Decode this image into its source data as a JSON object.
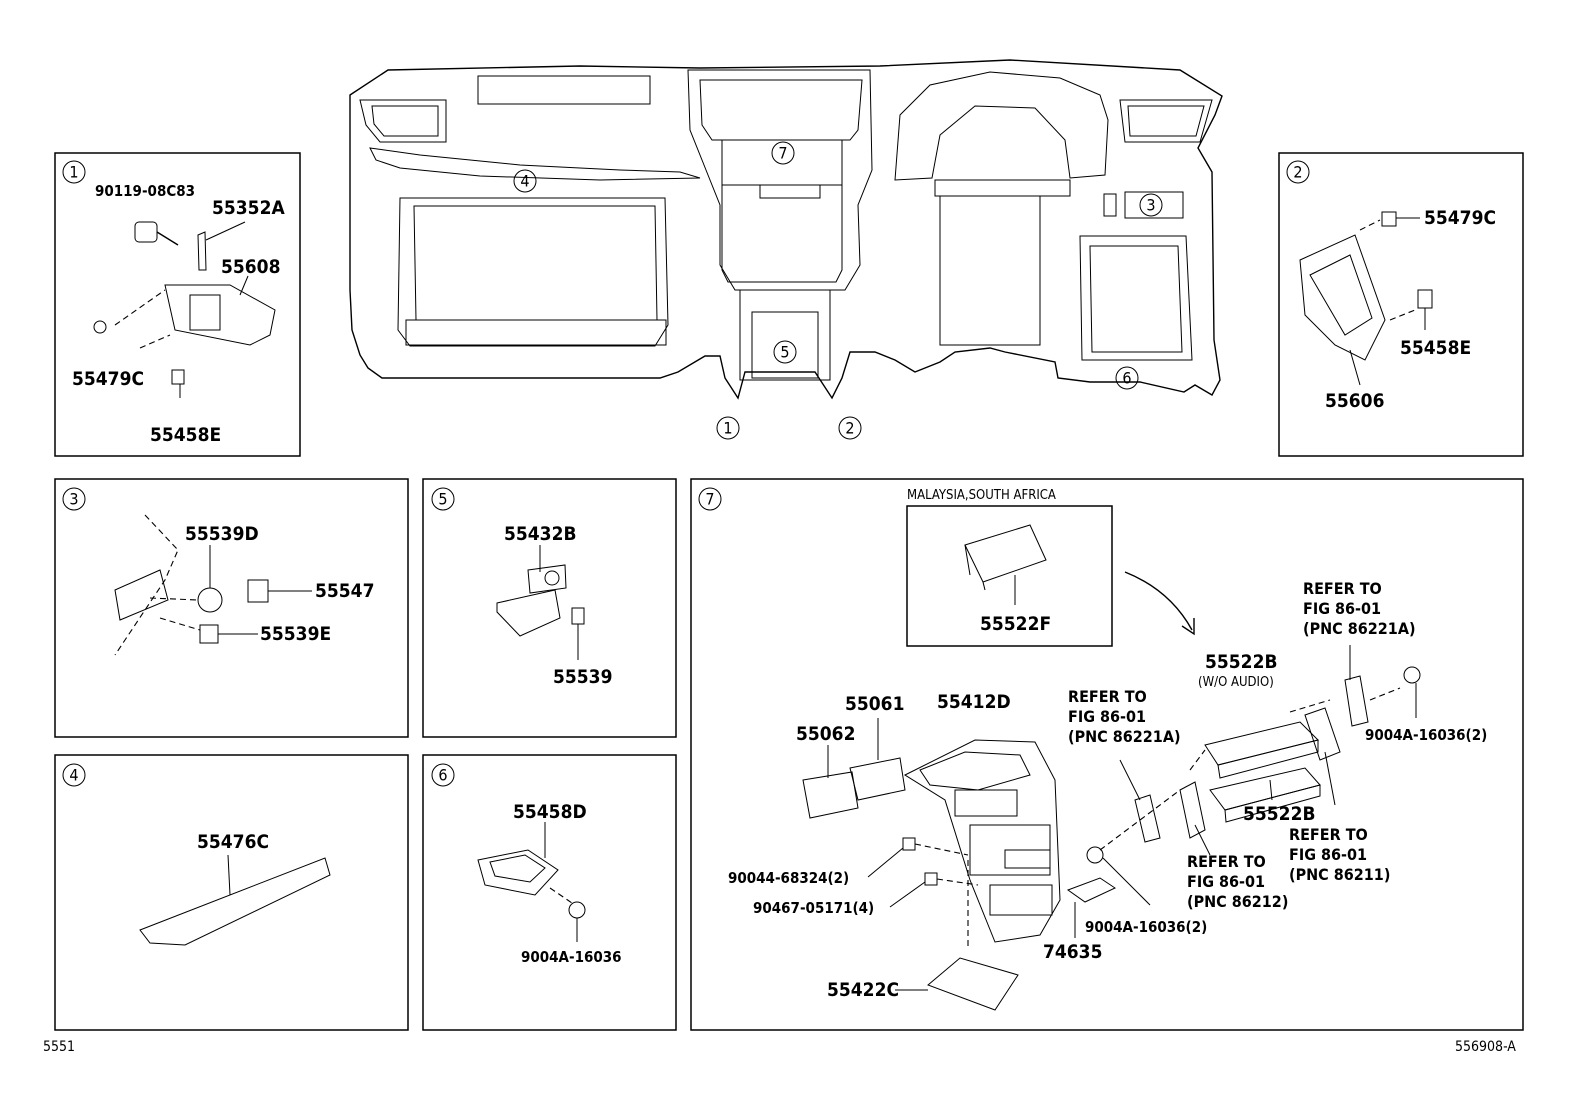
{
  "footer": {
    "left_code": "5551",
    "right_code": "556908-A"
  },
  "main_view": {
    "callouts": [
      "4",
      "7",
      "3",
      "5",
      "6",
      "1",
      "2"
    ]
  },
  "box1": {
    "num": "1",
    "labels": [
      "90119-08C83",
      "55352A",
      "55608",
      "55479C",
      "55458E"
    ]
  },
  "box2": {
    "num": "2",
    "labels": [
      "55479C",
      "55458E",
      "55606"
    ]
  },
  "box3": {
    "num": "3",
    "labels": [
      "55539D",
      "55547",
      "55539E"
    ]
  },
  "box4": {
    "num": "4",
    "labels": [
      "55476C"
    ]
  },
  "box5": {
    "num": "5",
    "labels": [
      "55432B",
      "55539"
    ]
  },
  "box6": {
    "num": "6",
    "labels": [
      "55458D",
      "9004A-16036"
    ]
  },
  "box7": {
    "num": "7",
    "inset_title": "MALAYSIA,SOUTH AFRICA",
    "inset_part": "55522F",
    "parts": {
      "p55522B_top": "55522B",
      "wo_audio": "(W/O AUDIO)",
      "p55522B_bottom": "55522B",
      "p55061": "55061",
      "p55062": "55062",
      "p55412D": "55412D",
      "p90044": "90044-68324(2)",
      "p90467": "90467-05171(4)",
      "p74635": "74635",
      "p55422C": "55422C",
      "p9004A_right": "9004A-16036(2)",
      "p9004A_center": "9004A-16036(2)"
    },
    "refer_left": [
      "REFER TO",
      "FIG 86-01",
      "(PNC 86221A)"
    ],
    "refer_top_right": [
      "REFER TO",
      "FIG 86-01",
      "(PNC 86221A)"
    ],
    "refer_center": [
      "REFER TO",
      "FIG 86-01",
      "(PNC 86212)"
    ],
    "refer_right": [
      "REFER TO",
      "FIG 86-01",
      "(PNC 86211)"
    ]
  }
}
